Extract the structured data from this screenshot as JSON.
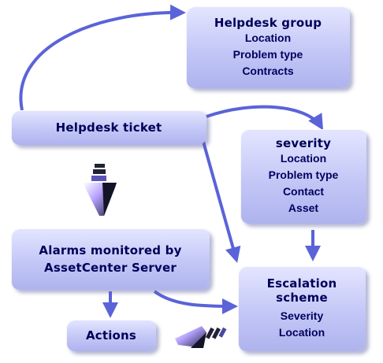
{
  "boxes": {
    "helpdesk_group": {
      "title": "Helpdesk group",
      "items": [
        "Location",
        "Problem type",
        "Contracts"
      ]
    },
    "helpdesk_ticket": {
      "title": "Helpdesk ticket"
    },
    "severity": {
      "title": "severity",
      "items": [
        "Location",
        "Problem type",
        "Contact",
        "Asset"
      ]
    },
    "alarms": {
      "title_line1": "Alarms monitored by",
      "title_line2": "AssetCenter Server"
    },
    "escalation": {
      "title_line1": "Escalation",
      "title_line2": "scheme",
      "items": [
        "Severity",
        "Location"
      ]
    },
    "actions": {
      "title": "Actions"
    }
  },
  "colors": {
    "box_fill": "#c3c7f6",
    "arrow": "#5a63d8",
    "text": "#00005a"
  },
  "icons": [
    "process-arrow-icon",
    "process-arrow-icon"
  ]
}
